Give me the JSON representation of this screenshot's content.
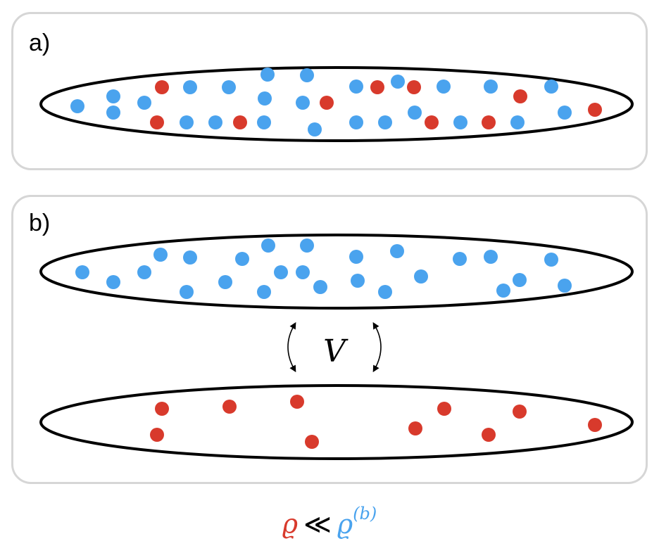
{
  "panels": [
    {
      "label": "a)"
    },
    {
      "label": "b)"
    }
  ],
  "coupling_label": "V",
  "legend": {
    "rho_red": "ϱ",
    "relation": "≪",
    "rho_blue": "ϱ",
    "superscript": "(b)"
  },
  "colors": {
    "red_particle": "#d83a2c",
    "blue_particle": "#4aa3ee",
    "panel_border": "#d6d6d6",
    "ellipse_stroke": "#000000"
  }
}
